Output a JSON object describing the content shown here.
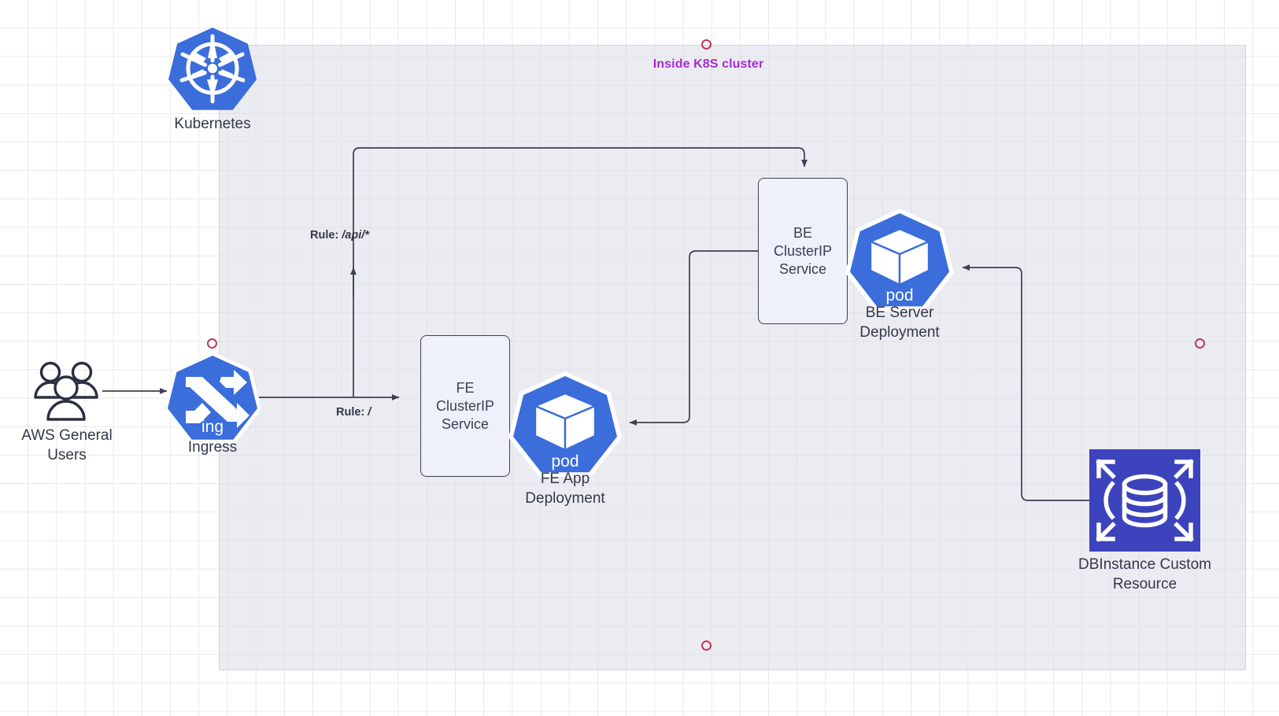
{
  "diagram": {
    "title": "Inside K8S cluster",
    "title_color": "#a829d6",
    "cluster_fill": "#dadde5",
    "accent_blue": "#3b6ddb",
    "db_blue": "#3c43bd",
    "anchor_color": "#c0395a",
    "text_color": "#33384a"
  },
  "nodes": {
    "users": {
      "caption": "AWS General\nUsers",
      "icon": "users-group-icon"
    },
    "kubernetes": {
      "caption": "Kubernetes",
      "icon": "kubernetes-helm-icon"
    },
    "ingress": {
      "caption": "Ingress",
      "badge": "ing",
      "icon": "ingress-arrows-icon"
    },
    "fe_service": {
      "label": "FE\nClusterIP\nService",
      "icon": "service-box"
    },
    "fe_pod": {
      "caption": "FE App\nDeployment",
      "badge": "pod",
      "icon": "pod-cube-icon"
    },
    "be_service": {
      "label": "BE\nClusterIP\nService",
      "icon": "service-box"
    },
    "be_pod": {
      "caption": "BE Server\nDeployment",
      "badge": "pod",
      "icon": "pod-cube-icon"
    },
    "db_instance": {
      "caption": "DBInstance Custom\nResource",
      "icon": "database-custom-resource-icon"
    }
  },
  "edge_labels": {
    "api_rule_prefix": "Rule: ",
    "api_rule_path": "/api/*",
    "root_rule_prefix": "Rule: ",
    "root_rule_path": "/"
  }
}
